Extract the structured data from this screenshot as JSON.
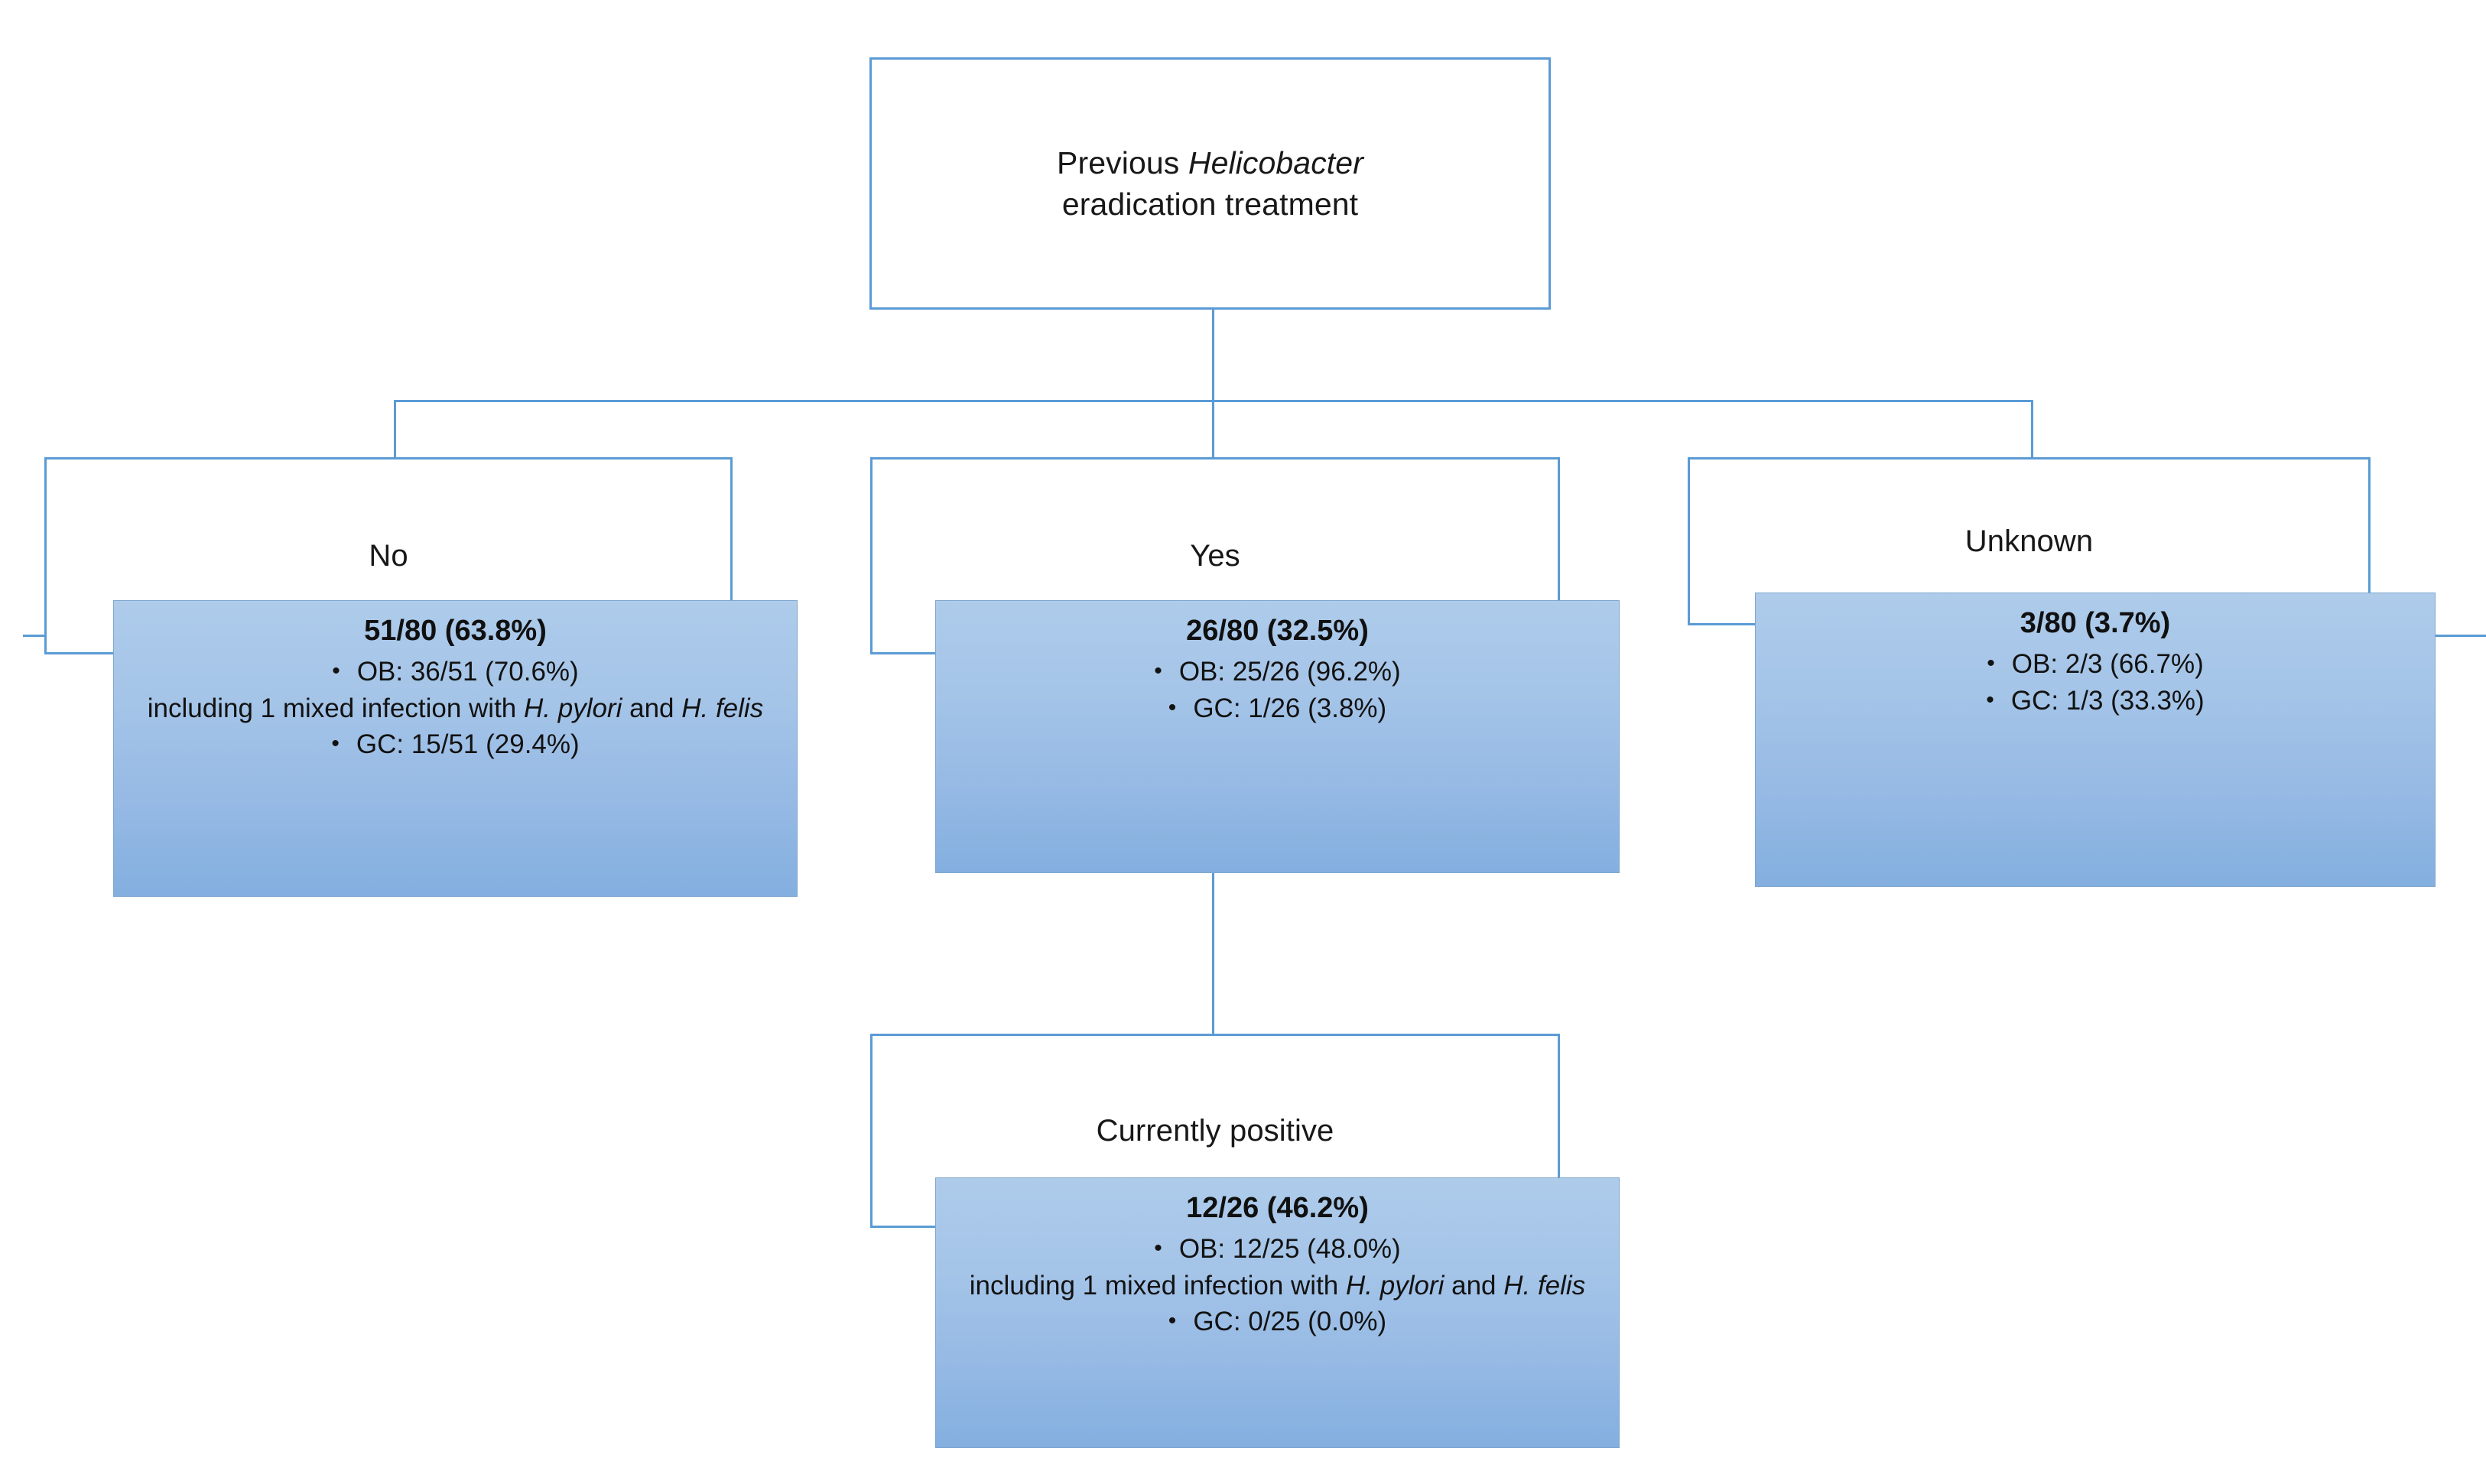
{
  "diagram": {
    "title_text": "Previous Helicobacter eradication treatment",
    "accent_color": "#5b9bd5",
    "box_fill_top": "#aecbea",
    "box_fill_bottom": "#83afdf",
    "root": {
      "line1_a": "Previous ",
      "line1_italic": "Helicobacter",
      "line2": "eradication treatment"
    },
    "branches": {
      "no": {
        "label": "No",
        "headline": "51/80 (63.8%)",
        "bullet1_marker": "•",
        "bullet1": "OB: 36/51 (70.6%)",
        "note_prefix": "including 1 mixed infection with ",
        "note_italic_1": "H. pylori",
        "note_mid": " and ",
        "note_italic_2": "H. felis",
        "bullet2_marker": "•",
        "bullet2": "GC: 15/51 (29.4%)"
      },
      "yes": {
        "label": "Yes",
        "headline": "26/80 (32.5%)",
        "bullet1_marker": "•",
        "bullet1": "OB: 25/26 (96.2%)",
        "bullet2_marker": "•",
        "bullet2": "GC: 1/26 (3.8%)"
      },
      "unknown": {
        "label": "Unknown",
        "headline": "3/80 (3.7%)",
        "bullet1_marker": "•",
        "bullet1": "OB: 2/3 (66.7%)",
        "bullet2_marker": "•",
        "bullet2": "GC: 1/3 (33.3%)"
      },
      "currently_positive": {
        "label": "Currently positive",
        "headline": "12/26 (46.2%)",
        "bullet1_marker": "•",
        "bullet1": "OB: 12/25 (48.0%)",
        "note_prefix": "including 1 mixed infection with ",
        "note_italic_1": "H. pylori",
        "note_mid": " and ",
        "note_italic_2": "H. felis",
        "bullet2_marker": "•",
        "bullet2": "GC: 0/25 (0.0%)"
      }
    }
  },
  "chart_data": {
    "type": "table",
    "title": "Previous Helicobacter eradication treatment",
    "categories": [
      "No",
      "Yes",
      "Unknown",
      "Currently positive"
    ],
    "values": [
      51,
      26,
      3,
      12
    ],
    "denominators": [
      80,
      80,
      80,
      26
    ],
    "percentages": [
      63.8,
      32.5,
      3.7,
      46.2
    ],
    "series": [
      {
        "name": "OB",
        "values": [
          36,
          25,
          2,
          12
        ],
        "denominators": [
          51,
          26,
          3,
          25
        ],
        "percentages": [
          70.6,
          96.2,
          66.7,
          48.0
        ]
      },
      {
        "name": "GC",
        "values": [
          15,
          1,
          1,
          0
        ],
        "denominators": [
          51,
          26,
          3,
          25
        ],
        "percentages": [
          29.4,
          3.8,
          33.3,
          0.0
        ]
      }
    ],
    "annotations": [
      "No / OB: including 1 mixed infection with H. pylori and H. felis",
      "Currently positive / OB: including 1 mixed infection with H. pylori and H. felis"
    ],
    "xlabel": "",
    "ylabel": "",
    "legend": [
      "OB",
      "GC"
    ]
  }
}
